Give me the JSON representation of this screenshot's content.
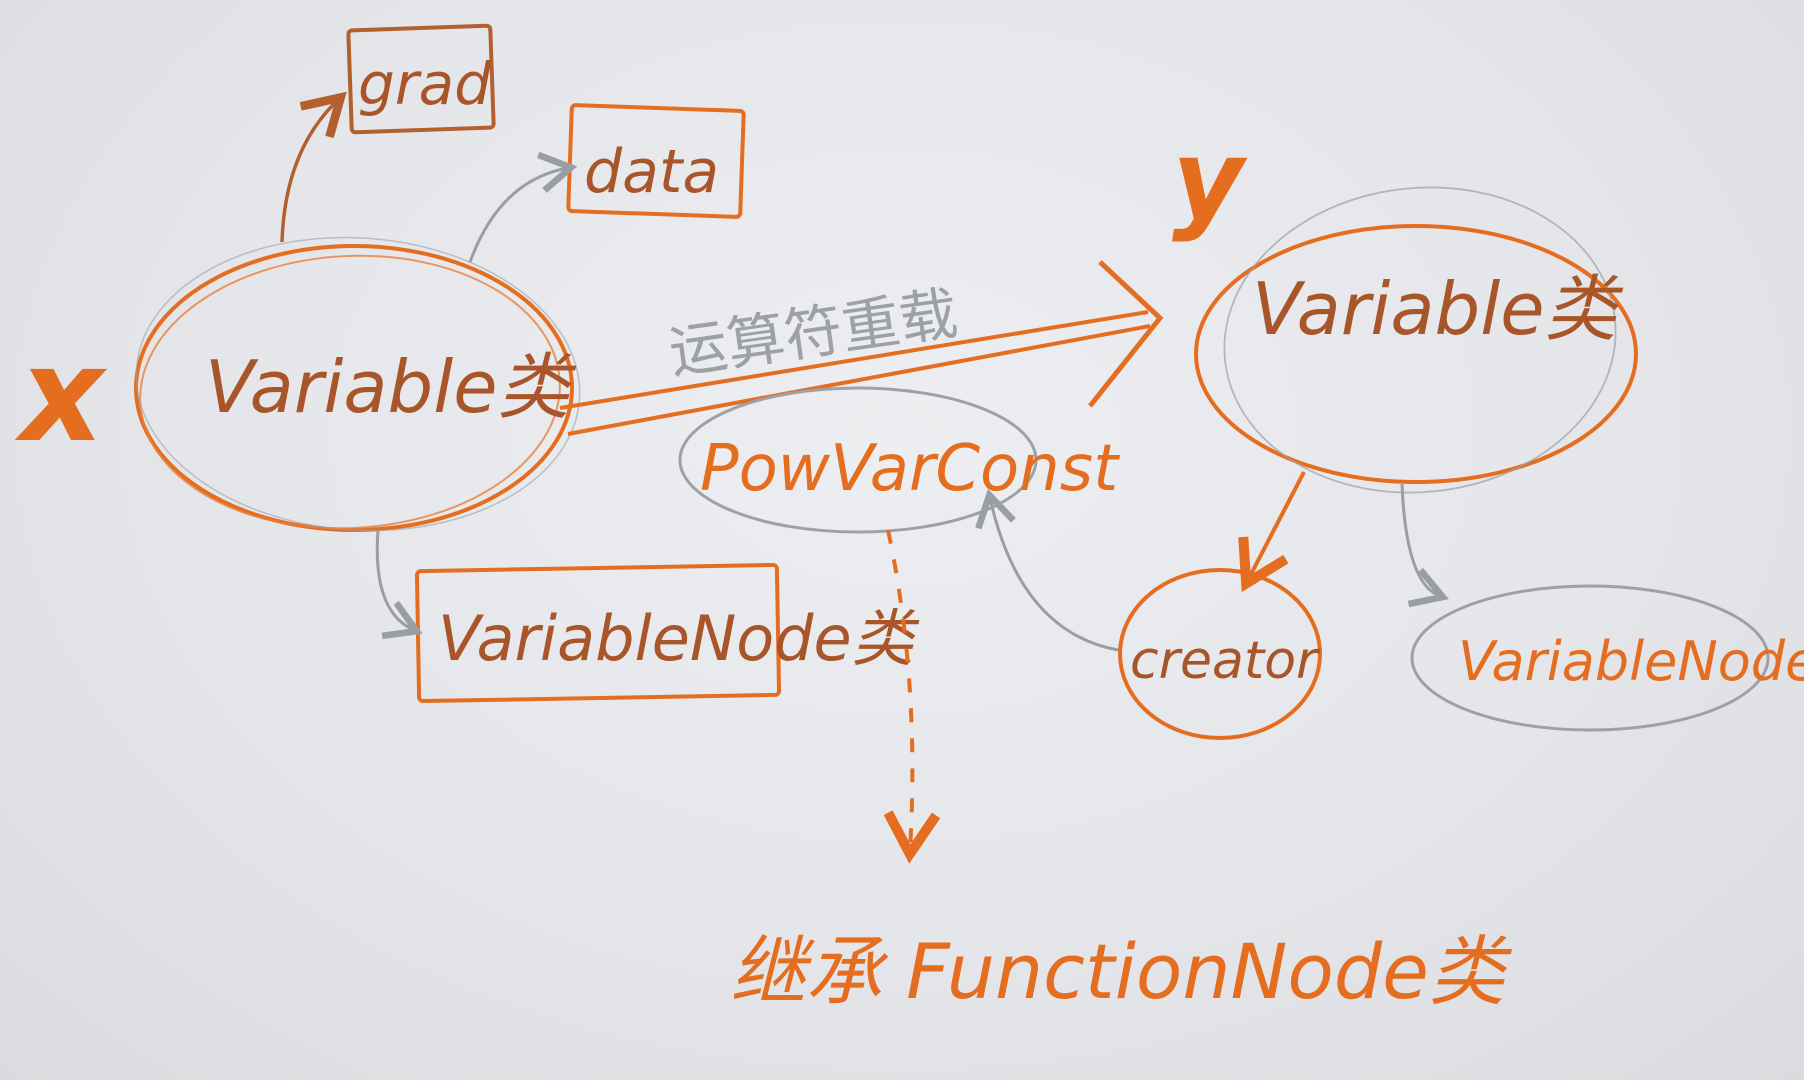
{
  "diagram": {
    "left_variable": {
      "symbol": "x",
      "label": "Variable类"
    },
    "right_variable": {
      "symbol": "y",
      "label": "Variable类"
    },
    "attributes": {
      "grad": "grad",
      "data": "data"
    },
    "left_node": "VariableNode类",
    "right_node": "VariableNode",
    "operator_overload": "运算符重载",
    "function_node": "PowVarConst",
    "creator": "creator",
    "inherits": "继承 FunctionNode类"
  },
  "colors": {
    "orange_ink": "#e56d1f",
    "brown_ink": "#a8552a",
    "pencil_gray": "#9da0a5",
    "paper": "#e6e8ec"
  }
}
